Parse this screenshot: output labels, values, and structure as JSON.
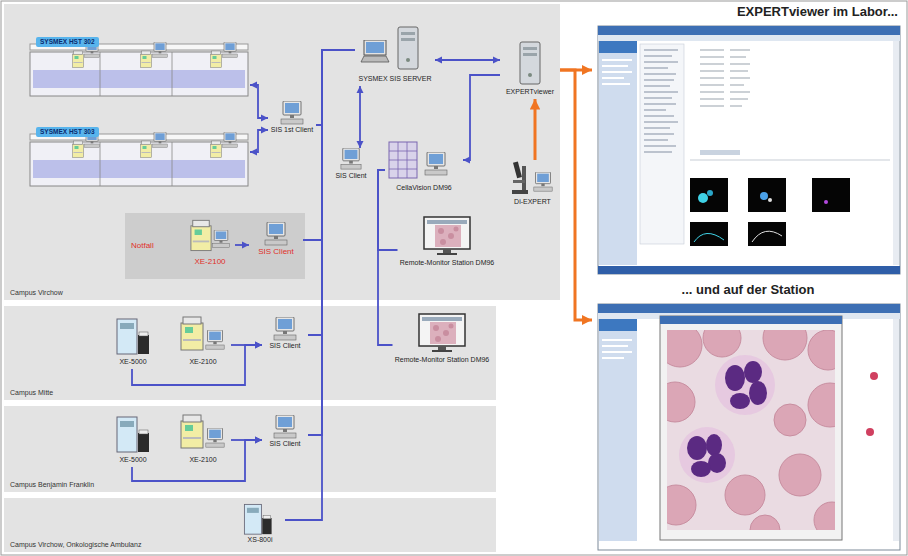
{
  "diagram": {
    "nodes": [
      {
        "text": [
          "Campus Virchow"
        ]
      },
      {
        "text": [
          "SYSMEX HST 302"
        ],
        "in": 0
      },
      {
        "text": [
          "SYSMEX HST 303"
        ],
        "in": 0
      },
      {
        "text": [
          "SIS 1st Client"
        ],
        "in": 0
      },
      {
        "text": [
          "SYSMEX SIS SERVER"
        ],
        "in": 0
      },
      {
        "text": [
          "EXPERTviewer"
        ],
        "in": 0
      },
      {
        "text": [
          "SIS Client"
        ],
        "in": 0
      },
      {
        "text": [
          "CellaVision DM96"
        ],
        "in": 0
      },
      {
        "text": [
          "Di-EXPERT"
        ],
        "in": 0
      },
      {
        "text": [
          "Notfall"
        ],
        "in": 0
      },
      {
        "text": [
          "XE-2100"
        ],
        "in": 9
      },
      {
        "text": [
          "SIS Client"
        ],
        "in": 9
      },
      {
        "text": [
          "Remote-Monitor Station DM96"
        ],
        "in": 0
      },
      {
        "text": [
          "Campus Mitte"
        ]
      },
      {
        "text": [
          "XE-5000"
        ],
        "in": 13
      },
      {
        "text": [
          "XE-2100"
        ],
        "in": 13
      },
      {
        "text": [
          "SIS Client"
        ],
        "in": 13
      },
      {
        "text": [
          "Remote-Monitor Station DM96"
        ],
        "in": 13
      },
      {
        "text": [
          "Campus Benjamin Franklin"
        ]
      },
      {
        "text": [
          "XE-5000"
        ],
        "in": 18
      },
      {
        "text": [
          "XE-2100"
        ],
        "in": 18
      },
      {
        "text": [
          "SIS Client"
        ],
        "in": 18
      },
      {
        "text": [
          "Campus Virchow, Onkologische Ambulanz"
        ]
      },
      {
        "text": [
          "XS-800i"
        ],
        "in": 22
      },
      {
        "text": [
          "EXPERTviewer im Labor..."
        ]
      },
      {
        "text": [
          "... und auf der Station"
        ]
      }
    ],
    "edges": [
      {
        "from": 1,
        "to": 3,
        "arrow": "both"
      },
      {
        "from": 2,
        "to": 3,
        "arrow": "both"
      },
      {
        "from": 3,
        "to": 4,
        "arrow": "none"
      },
      {
        "from": 4,
        "to": 6,
        "arrow": "both"
      },
      {
        "from": 4,
        "to": 5,
        "arrow": "both"
      },
      {
        "from": 5,
        "to": 7,
        "arrow": "to"
      },
      {
        "from": 8,
        "to": 5,
        "arrow": "to"
      },
      {
        "from": 5,
        "to": 24,
        "arrow": "to"
      },
      {
        "from": 5,
        "to": 25,
        "arrow": "to"
      },
      {
        "from": 10,
        "to": 11,
        "arrow": "to"
      },
      {
        "from": 11,
        "to": 4,
        "arrow": "none"
      },
      {
        "from": 7,
        "to": 12,
        "arrow": "none"
      },
      {
        "from": 7,
        "to": 17,
        "arrow": "none"
      },
      {
        "from": 14,
        "to": 16,
        "arrow": "to"
      },
      {
        "from": 15,
        "to": 16,
        "arrow": "to"
      },
      {
        "from": 16,
        "to": 4,
        "arrow": "none"
      },
      {
        "from": 19,
        "to": 21,
        "arrow": "to"
      },
      {
        "from": 20,
        "to": 21,
        "arrow": "to"
      },
      {
        "from": 21,
        "to": 4,
        "arrow": "none"
      },
      {
        "from": 23,
        "to": 4,
        "arrow": "none"
      }
    ]
  }
}
